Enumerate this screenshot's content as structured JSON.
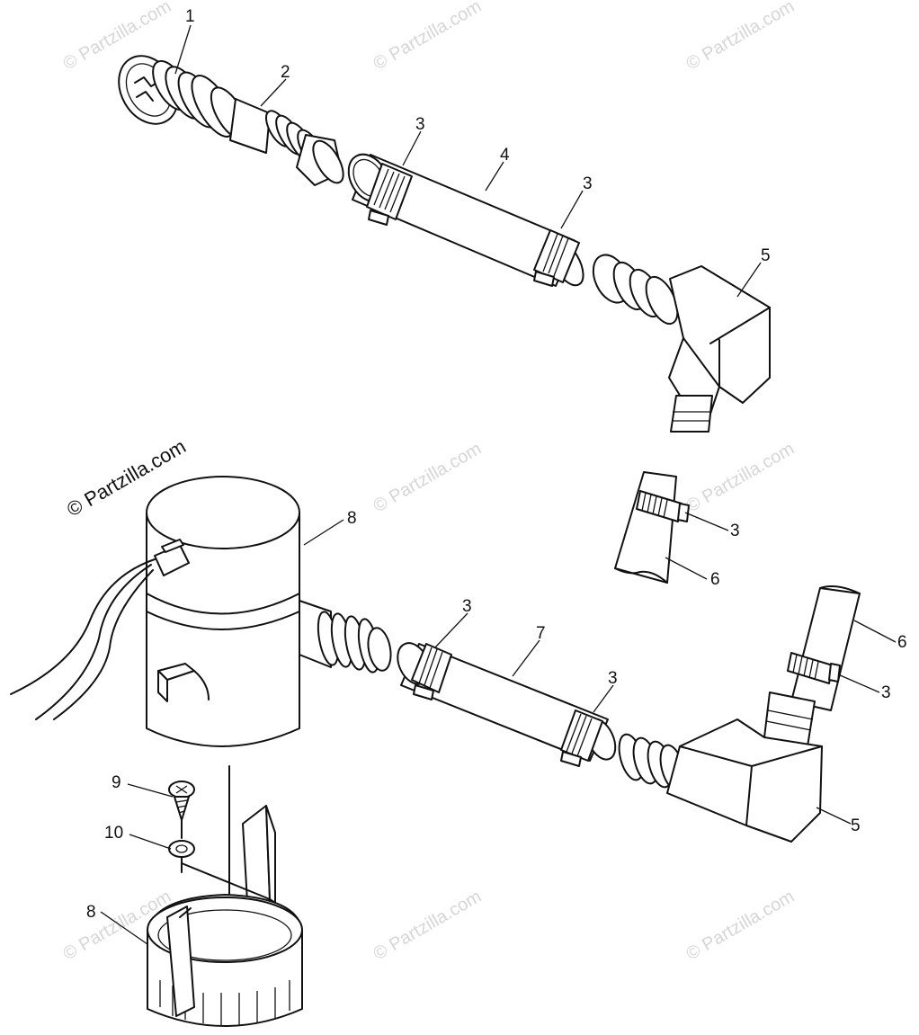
{
  "watermark": {
    "text": "© Partzilla.com",
    "color": "#d6d6d6"
  },
  "callouts": {
    "c1": "1",
    "c2": "2",
    "c3a": "3",
    "c4": "4",
    "c3b": "3",
    "c5a": "5",
    "c3c": "3",
    "c6a": "6",
    "c8a": "8",
    "c3d": "3",
    "c7": "7",
    "c3e": "3",
    "c6b": "6",
    "c3f": "3",
    "c9": "9",
    "c10": "10",
    "c5b": "5",
    "c8b": "8"
  },
  "colors": {
    "line": "#111111",
    "background": "#ffffff"
  }
}
